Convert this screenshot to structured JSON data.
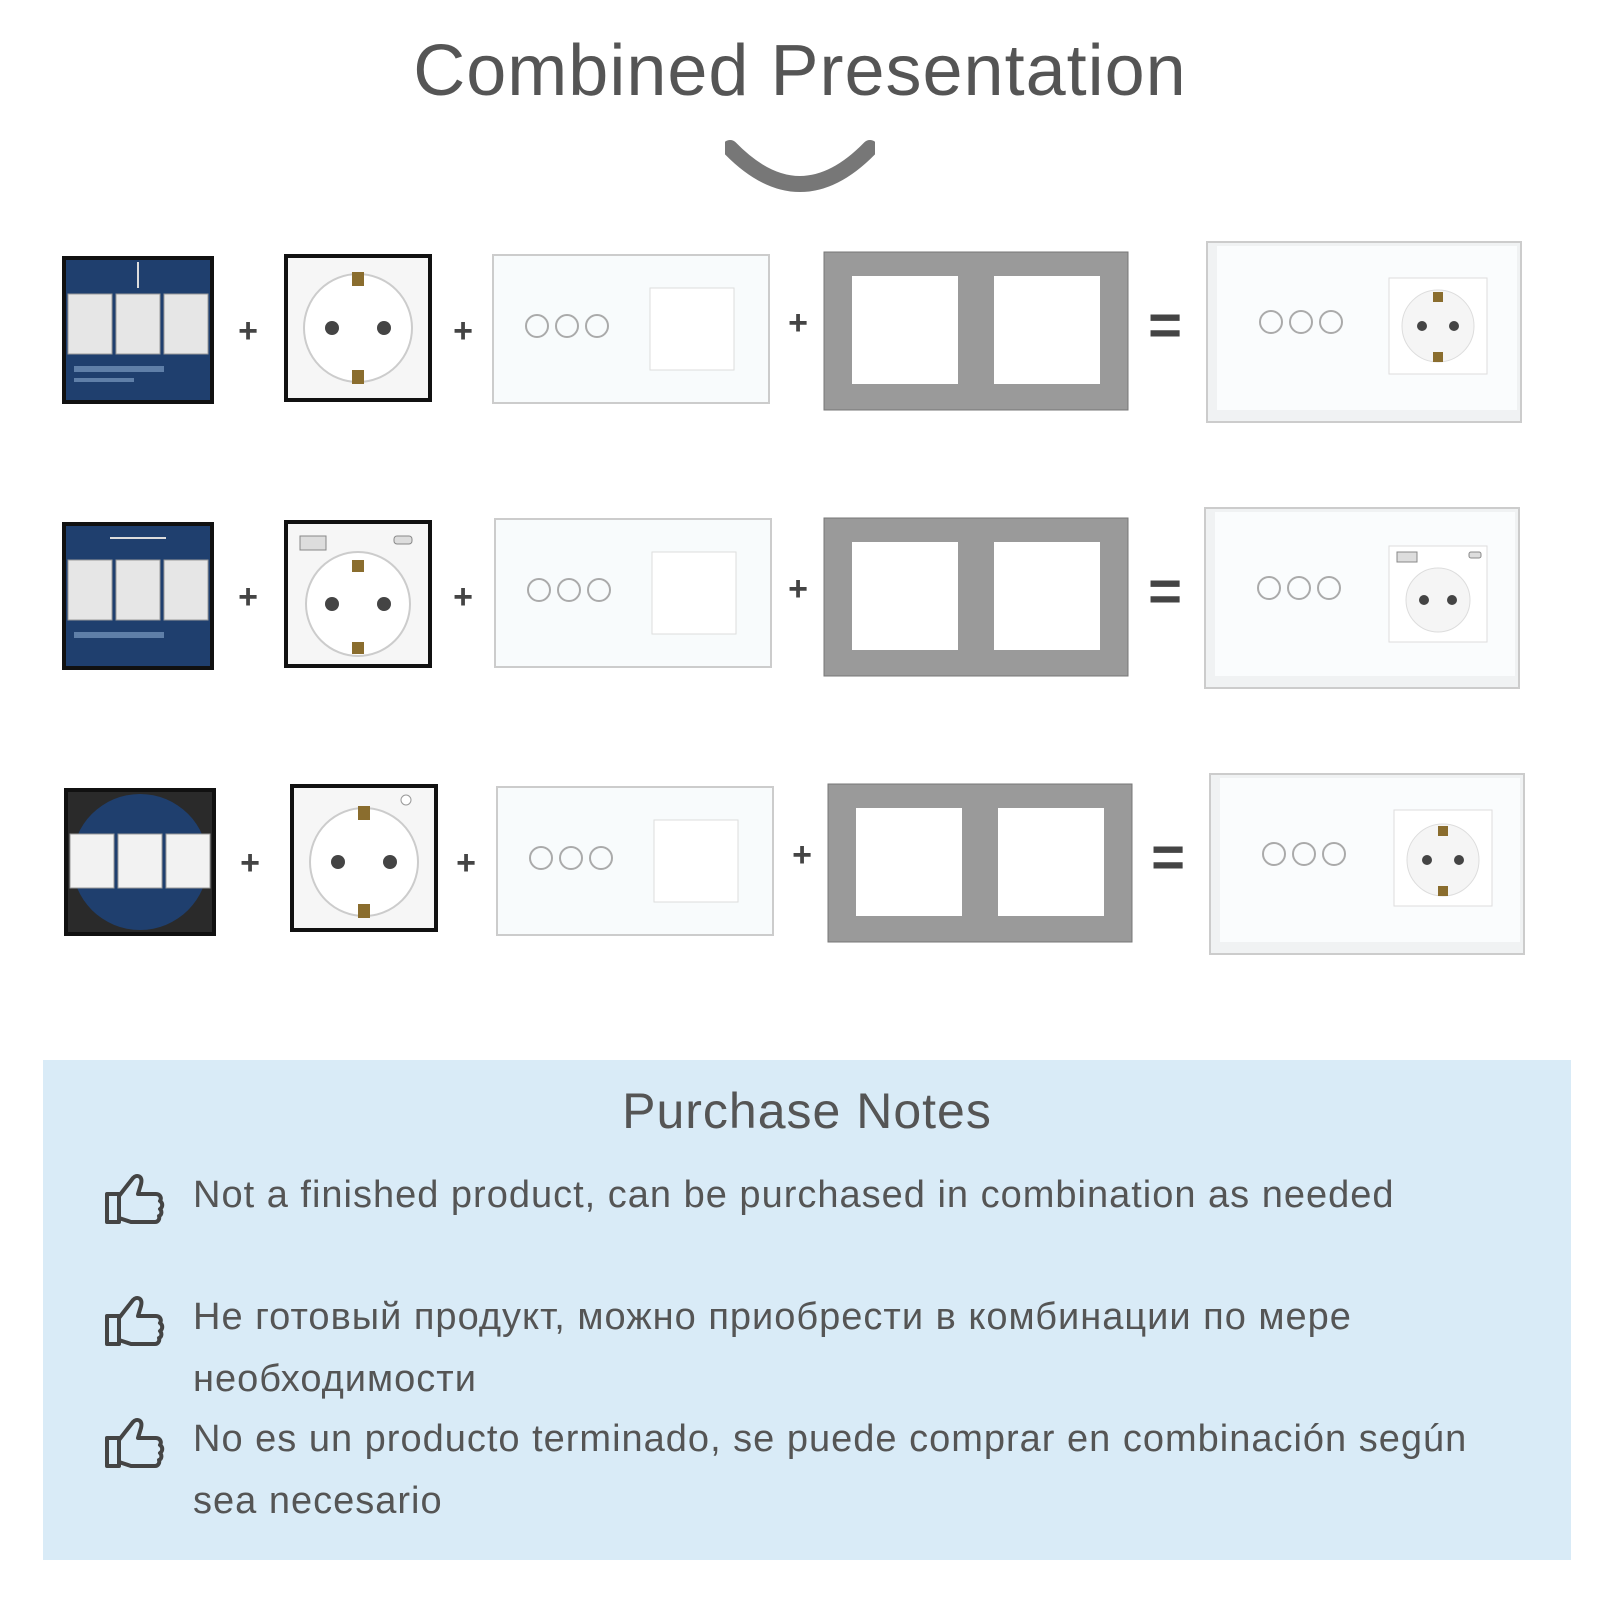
{
  "header": {
    "title": "Combined Presentation"
  },
  "operators": {
    "plus": "+",
    "equals": "="
  },
  "rows": [
    {
      "module": "curtain switch module",
      "socket": "EU socket",
      "panel_icons": [
        "open-icon",
        "stop-icon",
        "close-icon"
      ]
    },
    {
      "module": "curtain switch module",
      "socket": "EU socket with USB",
      "panel_icons": [
        "open-icon",
        "pause-icon",
        "close-icon"
      ]
    },
    {
      "module": "curtain switch module",
      "socket": "EU socket",
      "panel_icons": [
        "left-icon",
        "sun-icon",
        "right-icon"
      ]
    }
  ],
  "purchase_notes": {
    "title": "Purchase Notes",
    "items": [
      {
        "icon": "thumbs-up-icon",
        "text": "Not a finished product, can be purchased in combination as needed"
      },
      {
        "icon": "thumbs-up-icon",
        "text": "Не готовый продукт, можно приобрести в комбинации по мере необходимости"
      },
      {
        "icon": "thumbs-up-icon",
        "text": "No es un producto terminado, se puede comprar en combinación según sea necesario"
      }
    ]
  },
  "colors": {
    "title_text": "#555555",
    "notes_bg": "#d9ebf7",
    "module_blue": "#1f3f6e",
    "frame_gray": "#9a9a9a"
  }
}
